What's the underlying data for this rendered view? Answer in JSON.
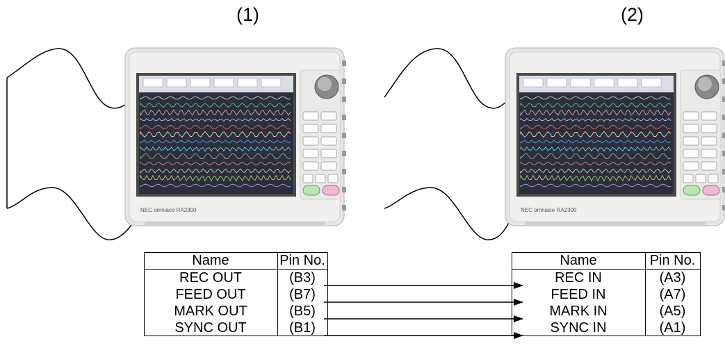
{
  "units": [
    {
      "label": "(1)"
    },
    {
      "label": "(2)"
    }
  ],
  "recorder": {
    "brand_text": "NEC omniace RA2300"
  },
  "output_table": {
    "headers": {
      "name": "Name",
      "pin": "Pin No."
    },
    "rows": [
      {
        "name": "REC OUT",
        "pin": "(B3)"
      },
      {
        "name": "FEED OUT",
        "pin": "(B7)"
      },
      {
        "name": "MARK OUT",
        "pin": "(B5)"
      },
      {
        "name": "SYNC OUT",
        "pin": "(B1)"
      }
    ]
  },
  "input_table": {
    "headers": {
      "name": "Name",
      "pin": "Pin No."
    },
    "rows": [
      {
        "name": "REC IN",
        "pin": "(A3)"
      },
      {
        "name": "FEED IN",
        "pin": "(A7)"
      },
      {
        "name": "MARK IN",
        "pin": "(A5)"
      },
      {
        "name": "SYNC IN",
        "pin": "(A1)"
      }
    ]
  },
  "colors": {
    "screen_bg": "#2b2f3a",
    "bezel": "#e6e6e3",
    "wave_colors": [
      "#e8e8e8",
      "#6fd0a0",
      "#e4b2d8",
      "#c8c8ff",
      "#ff6b6b",
      "#f0f0f0",
      "#66aaff",
      "#7fd4ff",
      "#b0b0b0",
      "#ff8aa0",
      "#e0e0e0",
      "#b8e68c",
      "#c0a0ff"
    ]
  }
}
